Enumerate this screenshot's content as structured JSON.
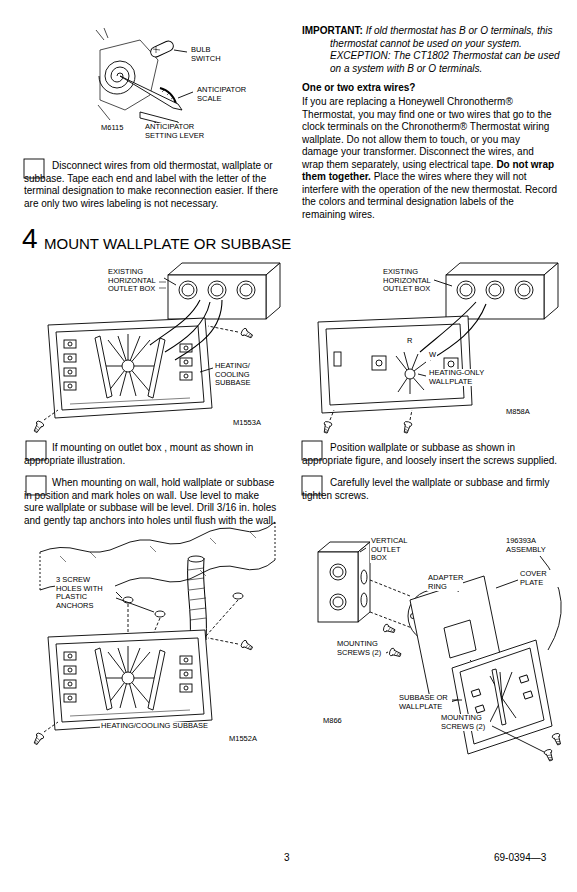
{
  "diagram": {
    "labels": [
      "BULB SWITCH",
      "ANTICIPATOR SCALE",
      "M6115",
      "ANTICIPATOR SETTING LEVER",
      "Disconnect wires from old thermostat, wallplate or subbase. Tape each end and label with the letter of the terminal designation to make reconnection easier. If there are only two wires labeling is not necessary.",
      "IMPORTANT:",
      "If old thermostat has B or O terminals, this thermostat cannot be used on your system.",
      "EXCEPTION: The CT1802 Thermostat can be used on a system with B or O terminals.",
      "One or two extra wires?",
      "If you are replacing a Honeywell Chronotherm® Thermostat, you may find one or two wires that go to the clock terminals on the Chronotherm® Thermostat wiring wallplate. Do not allow them to touch, or you may damage your transformer. Disconnect the wires, and wrap them separately, using electrical tape.",
      "Do not wrap them together.",
      "Place the wires where they will not interfere with the operation of the new thermostat. Record the colors and terminal designation labels of the remaining wires.",
      "4",
      "MOUNT WALLPLATE OR SUBBASE",
      "EXISTING HORIZONTAL OUTLET BOX",
      "HEATING/ COOLING SUBBASE",
      "M1553A",
      "EXISTING HORIZONTAL OUTLET BOX",
      "R",
      "W",
      "HEATING-ONLY WALLPLATE",
      "M858A",
      "If mounting on outlet box , mount as shown in appropriate illustration.",
      "When mounting on wall, hold wallplate or subbase in position and mark holes on wall. Use level to make sure wallplate or subbase will be level. Drill 3/16 in. holes and gently tap anchors into holes until flush with the wall.",
      "Position wallplate or subbase as shown in appropriate figure, and loosely insert the screws supplied.",
      "Carefully level the wallplate or subbase and firmly tighten screws.",
      "3 SCREW HOLES WITH PLASTIC ANCHORS",
      "HEATING/COOLING SUBBASE",
      "M1552A",
      "VERTICAL OUTLET BOX",
      "196393A ASSEMBLY",
      "ADAPTER RING",
      "COVER PLATE",
      "MOUNTING SCREWS (2)",
      "SUBBASE OR WALLPLATE",
      "MOUNTING SCREWS (2)",
      "M866",
      "3",
      "69-0394—3"
    ]
  }
}
